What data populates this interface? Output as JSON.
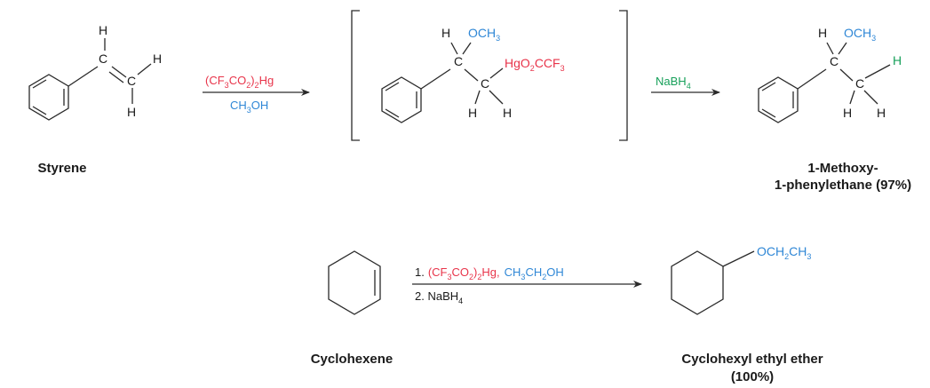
{
  "colors": {
    "ink": "#1a1a1a",
    "red": "#e8344a",
    "blue": "#2f87d6",
    "green": "#17a05a"
  },
  "styrene": {
    "atoms": {
      "h_top": "H",
      "c1": "C",
      "h_right": "H",
      "c2": "C",
      "h_bottom": "H"
    },
    "name": "Styrene"
  },
  "reaction1": {
    "reagent_top": {
      "text": "(CF",
      "sub1": "3",
      "mid": "CO",
      "sub2": "2",
      "end": ")",
      "sub3": "2",
      "tail": "Hg"
    },
    "reagent_bottom": {
      "text": "CH",
      "sub": "3",
      "tail": "OH"
    }
  },
  "intermediate": {
    "atoms": {
      "h_top": "H",
      "och3": "OCH",
      "och3_sub": "3",
      "c1": "C",
      "c2": "C",
      "hg": "HgO",
      "hg_sub1": "2",
      "hg_mid": "CCF",
      "hg_sub2": "3",
      "h_b1": "H",
      "h_b2": "H"
    }
  },
  "reaction2": {
    "reagent": {
      "text": "NaBH",
      "sub": "4"
    }
  },
  "product1": {
    "atoms": {
      "h_top": "H",
      "och3": "OCH",
      "och3_sub": "3",
      "c1": "C",
      "c2": "C",
      "h_right": "H",
      "h_b1": "H",
      "h_b2": "H"
    },
    "name_line1": "1-Methoxy-",
    "name_line2": "1-phenylethane (97%)"
  },
  "cyclohexene": {
    "name": "Cyclohexene"
  },
  "reaction3": {
    "step1_num": "1.",
    "step1_red": {
      "text": "(CF",
      "sub1": "3",
      "mid": "CO",
      "sub2": "2",
      "end": ")",
      "sub3": "2",
      "tail": "Hg,"
    },
    "step1_blue": {
      "text": "CH",
      "sub": "3",
      "mid": "CH",
      "sub2": "2",
      "tail": "OH"
    },
    "step2": {
      "text": "2. NaBH",
      "sub": "4"
    }
  },
  "product2": {
    "substituent": {
      "text": "OCH",
      "sub1": "2",
      "mid": "CH",
      "sub2": "3"
    },
    "name_line1": "Cyclohexyl ethyl ether",
    "name_line2": "(100%)"
  }
}
